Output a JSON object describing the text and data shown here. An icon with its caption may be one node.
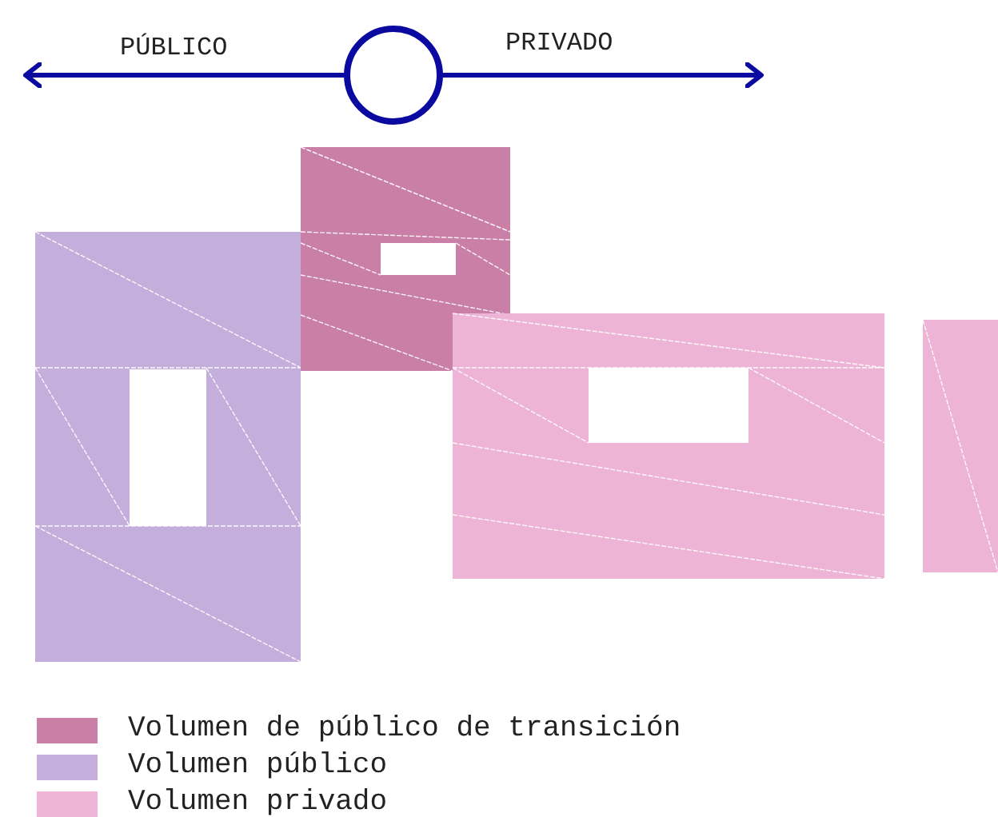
{
  "diagram": {
    "labels": [
      "PÚBLICO",
      "PRIVADO"
    ],
    "legend": [
      {
        "text": "Volumen de público de transición",
        "color": "#c97fa6"
      },
      {
        "text": "Volumen público",
        "color": "#c4aedc"
      },
      {
        "text": "Volumen privado",
        "color": "#edb4d5"
      }
    ]
  }
}
